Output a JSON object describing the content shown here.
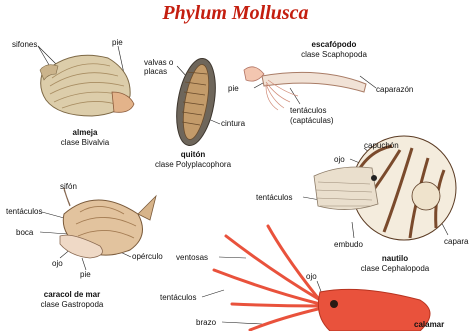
{
  "title": "Phylum Mollusca",
  "colors": {
    "title": "#c41e0f",
    "leader": "#222222",
    "squid": "#e9523c",
    "nautilus_stripe": "#7a4a2c",
    "shell": "#d8c8a6"
  },
  "bivalve": {
    "name": "almeja",
    "class": "clase Bivalvia",
    "labels": {
      "siphons": "sifones",
      "foot": "pie"
    }
  },
  "chiton": {
    "name": "quitón",
    "class": "clase Polyplacophora",
    "labels": {
      "valves": "valvas o placas",
      "girdle": "cintura"
    }
  },
  "scaphopod": {
    "name": "escafópodo",
    "class": "clase Scaphopoda",
    "labels": {
      "foot": "pie",
      "shell": "caparazón",
      "tentacles": "tentáculos",
      "captacula": "(captáculas)"
    }
  },
  "nautilus": {
    "name": "nautilo",
    "class": "clase Cephalopoda",
    "labels": {
      "hood": "capuchón",
      "eye": "ojo",
      "tentacles": "tentáculos",
      "funnel": "embudo",
      "shell": "capara"
    }
  },
  "snail": {
    "name": "caracol de mar",
    "class": "clase Gastropoda",
    "labels": {
      "siphon": "sifón",
      "tentacles": "tentáculos",
      "mouth": "boca",
      "eye": "ojo",
      "foot": "pie",
      "operculum": "opérculo"
    }
  },
  "squid": {
    "labels": {
      "suckers": "ventosas",
      "eye": "ojo",
      "tentacles": "tentáculos",
      "arm": "brazo",
      "partial": "calamar"
    }
  }
}
